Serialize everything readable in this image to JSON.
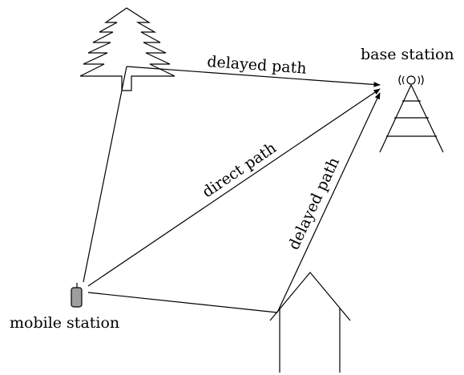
{
  "diagram": {
    "labels": {
      "base_station": "base station",
      "mobile_station": "mobile station",
      "delayed_path_top": "delayed path",
      "direct_path": "direct path",
      "delayed_path_right": "delayed path"
    },
    "colors": {
      "ink": "#000000",
      "phone_fill": "#9e9e9e",
      "background": "#ffffff"
    },
    "icons": [
      "tree-icon",
      "base-station-tower-icon",
      "mobile-phone-icon",
      "house-icon",
      "signal-waves-icon"
    ]
  }
}
